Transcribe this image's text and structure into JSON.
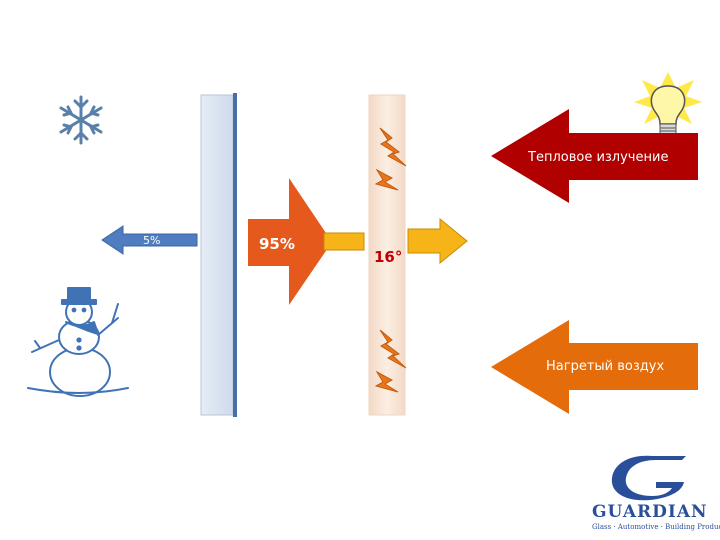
{
  "labels": {
    "heat_radiation": "Тепловое излучение",
    "heated_air": "Нагретый воздух",
    "percent_reflected": "95%",
    "percent_passed": "5%",
    "temperature": "16°"
  },
  "logo": {
    "brand": "GUARDIAN",
    "tagline": "Glass · Automotive · Building Products"
  },
  "colors": {
    "dark_red_arrow": "#b00000",
    "orange_arrow": "#e46c0a",
    "big_orange_arrow": "#e55a1c",
    "yellow_arrow": "#f7b418",
    "blue_arrow": "#4f7dc0",
    "glass_pane": "#dbe4f2",
    "coated_pane": "#f8e3d2",
    "logo_blue": "#2a4f9a",
    "temp_text": "#c00000"
  },
  "icons": [
    "snowflake-icon",
    "snowman-icon",
    "light-bulb-icon",
    "flame-icon",
    "guardian-logo"
  ]
}
